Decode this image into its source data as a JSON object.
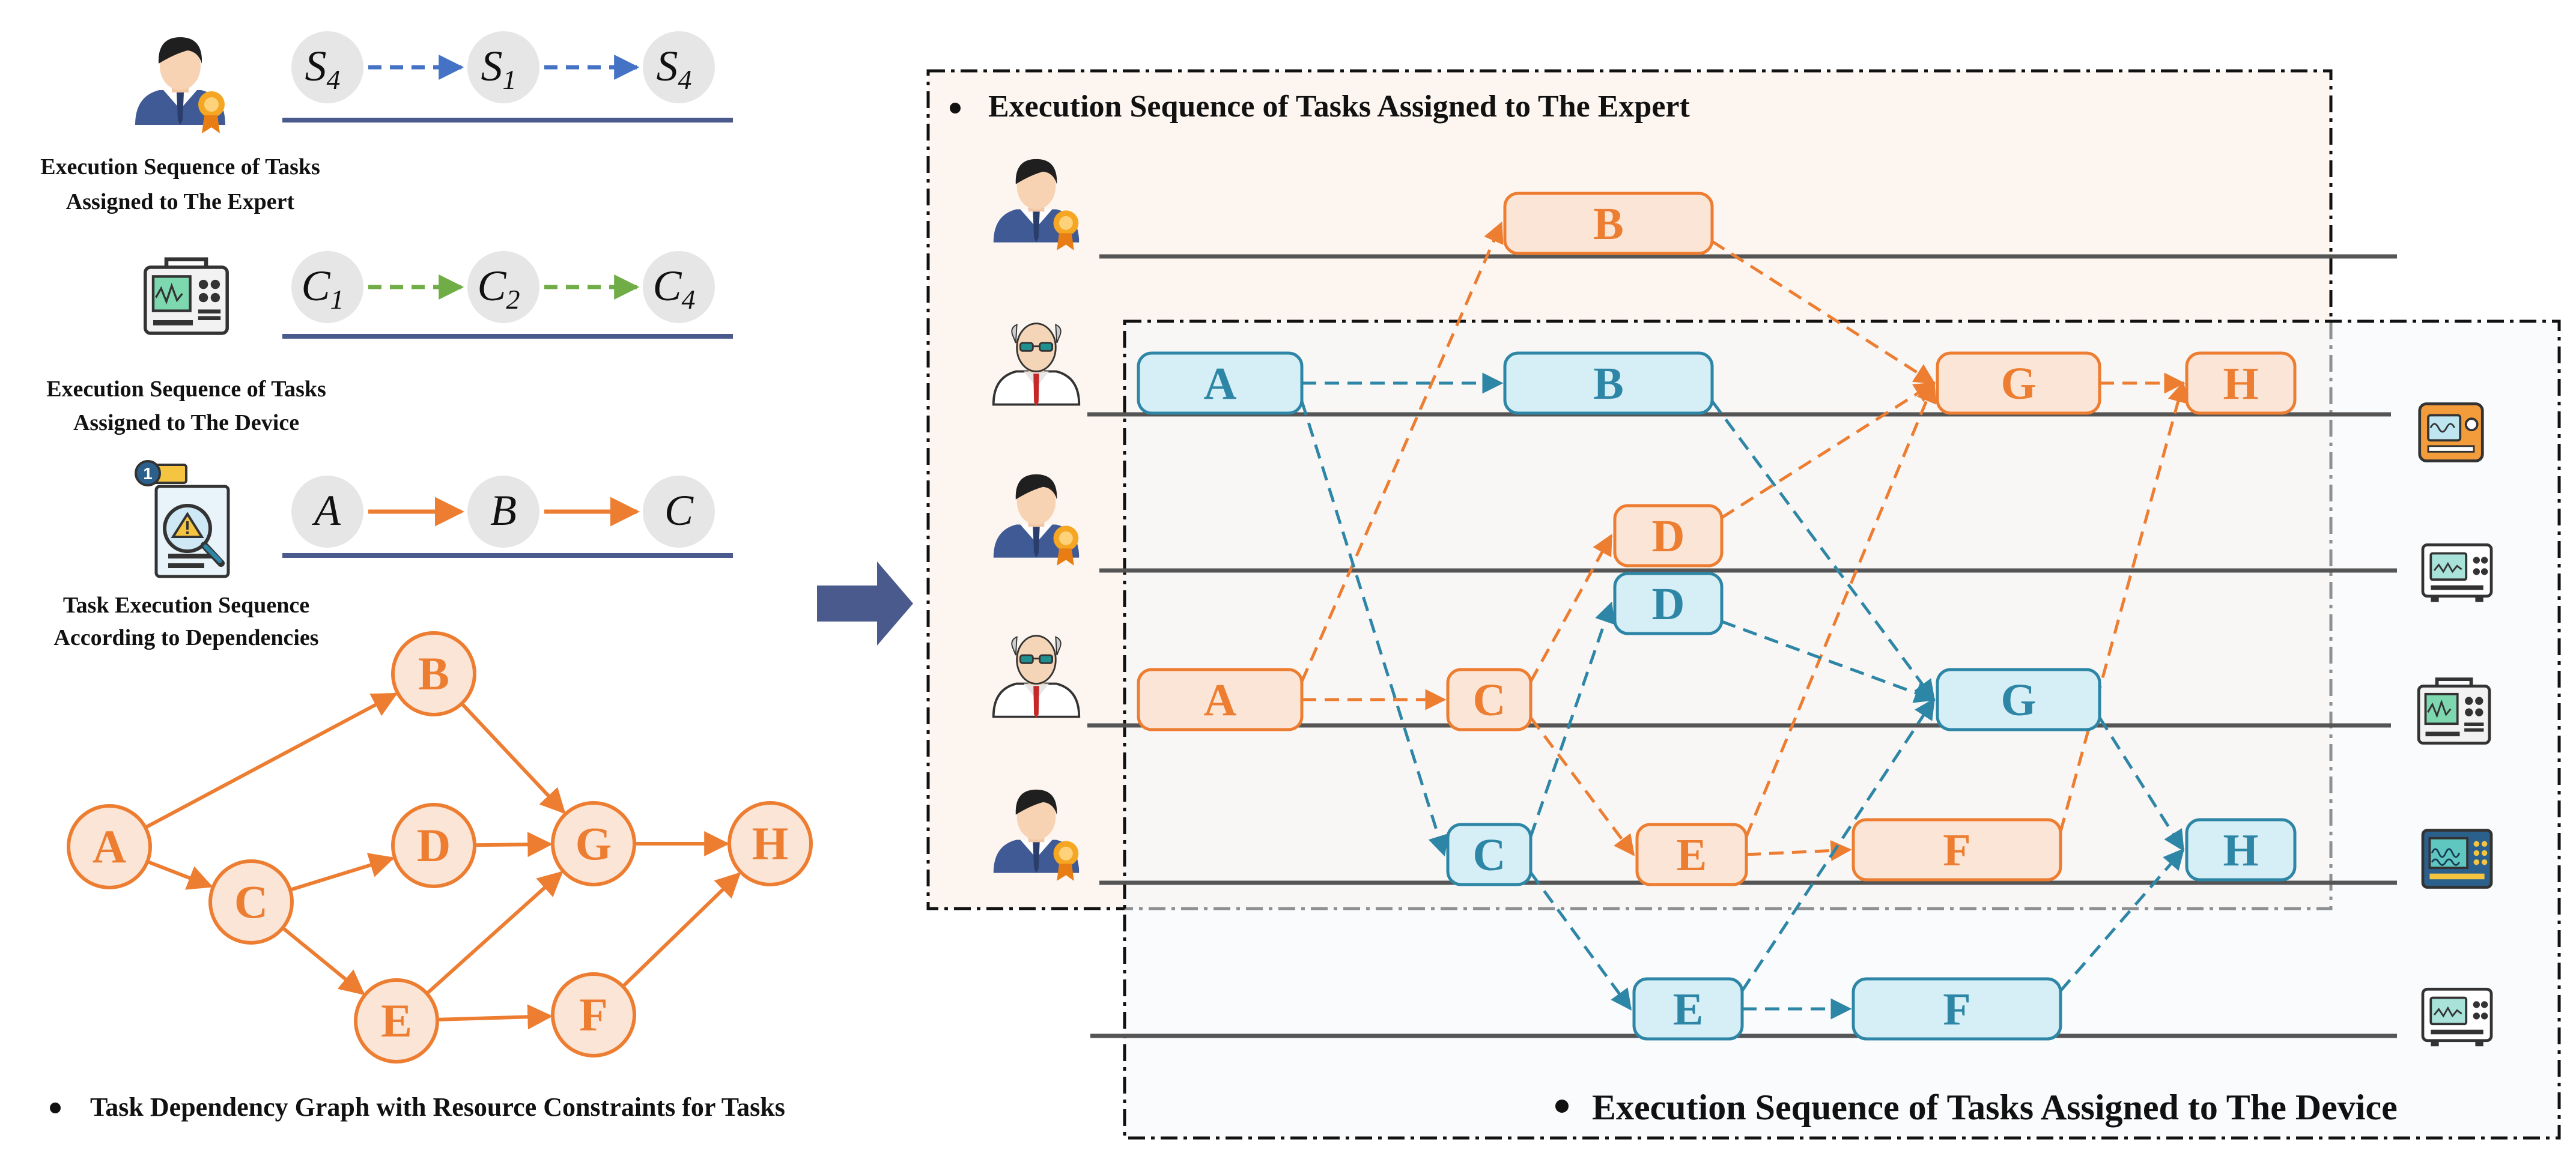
{
  "colors": {
    "orange": "#ED7D31",
    "orange_fill": "#FBE5D6",
    "teal": "#2E86A6",
    "teal_fill": "#D6EEF5",
    "blue_dash": "#4472C4",
    "green_dash": "#70AD47",
    "timeline": "#4A5A8C",
    "gray_line": "#555555",
    "expert_panel_bg": "#FDF6F0",
    "device_panel_bg": "#F4F8FB"
  },
  "legend": {
    "expert": {
      "caption_line1": "Execution Sequence of Tasks",
      "caption_line2": "Assigned to The Expert",
      "seq": [
        {
          "base": "S",
          "sub": "4"
        },
        {
          "base": "S",
          "sub": "1"
        },
        {
          "base": "S",
          "sub": "4"
        }
      ],
      "icon": "expert-icon"
    },
    "device": {
      "caption_line1": "Execution Sequence of Tasks",
      "caption_line2": "Assigned to The Device",
      "seq": [
        {
          "base": "C",
          "sub": "1"
        },
        {
          "base": "C",
          "sub": "2"
        },
        {
          "base": "C",
          "sub": "4"
        }
      ],
      "icon": "device-icon"
    },
    "dependency": {
      "caption_line1": "Task Execution Sequence",
      "caption_line2": "According to Dependencies",
      "seq": [
        "A",
        "B",
        "C"
      ],
      "icon": "task-inspection-icon"
    }
  },
  "graph": {
    "title": "Task Dependency Graph with Resource Constraints for Tasks",
    "nodes": [
      "A",
      "B",
      "C",
      "D",
      "E",
      "F",
      "G",
      "H"
    ],
    "edges": [
      [
        "A",
        "B"
      ],
      [
        "A",
        "C"
      ],
      [
        "B",
        "G"
      ],
      [
        "C",
        "D"
      ],
      [
        "C",
        "E"
      ],
      [
        "D",
        "G"
      ],
      [
        "E",
        "G"
      ],
      [
        "E",
        "F"
      ],
      [
        "G",
        "H"
      ],
      [
        "F",
        "H"
      ]
    ]
  },
  "expert_panel": {
    "title": "Execution Sequence of Tasks Assigned to The Expert",
    "orange_tasks": [
      "B",
      "G",
      "H",
      "D",
      "A",
      "C",
      "E",
      "F"
    ]
  },
  "device_panel": {
    "title": "Execution Sequence of Tasks Assigned to The Device",
    "teal_tasks": [
      "A",
      "B",
      "D",
      "G",
      "C",
      "H",
      "E",
      "F"
    ]
  }
}
